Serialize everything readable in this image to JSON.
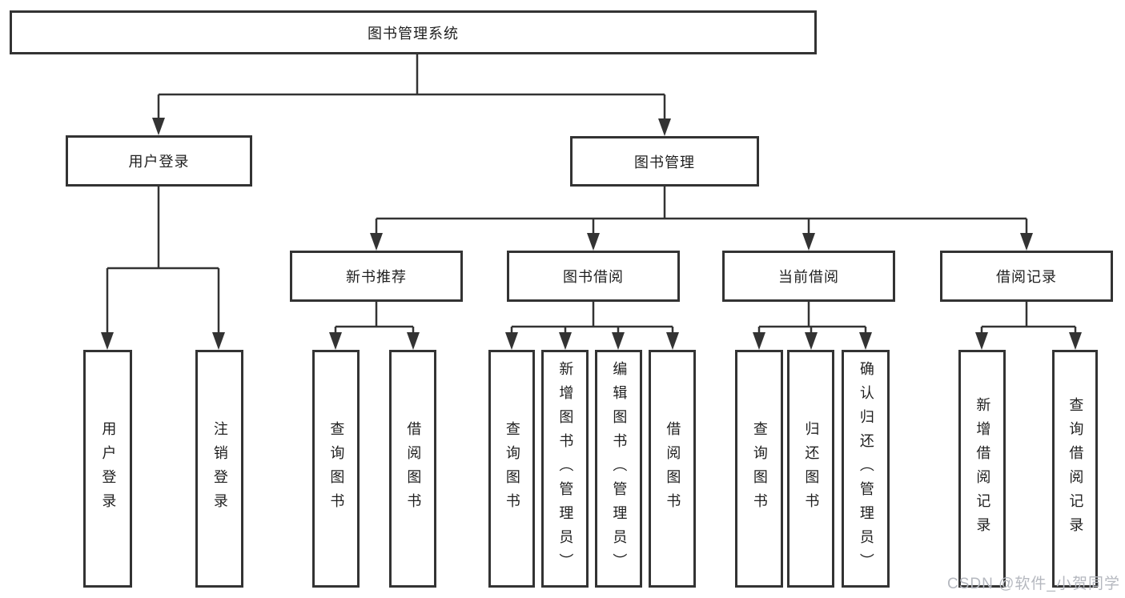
{
  "diagram": {
    "title": "图书管理系统",
    "branches": [
      {
        "label": "用户登录",
        "children": [
          "用户登录",
          "注销登录"
        ]
      },
      {
        "label": "图书管理",
        "sections": [
          {
            "label": "新书推荐",
            "children": [
              "查询图书",
              "借阅图书"
            ]
          },
          {
            "label": "图书借阅",
            "children": [
              "查询图书",
              "新增图书（管理员）",
              "编辑图书（管理员）",
              "借阅图书"
            ]
          },
          {
            "label": "当前借阅",
            "children": [
              "查询图书",
              "归还图书",
              "确认归还（管理员）"
            ]
          },
          {
            "label": "借阅记录",
            "children": [
              "新增借阅记录",
              "查询借阅记录"
            ]
          }
        ]
      }
    ],
    "watermark": "CSDN @软件_小贺同学",
    "colors": {
      "line": "#333333",
      "box_border": "#333333",
      "text": "#1f1f1f",
      "watermark": "#b5b8bf",
      "background": "#ffffff"
    }
  }
}
